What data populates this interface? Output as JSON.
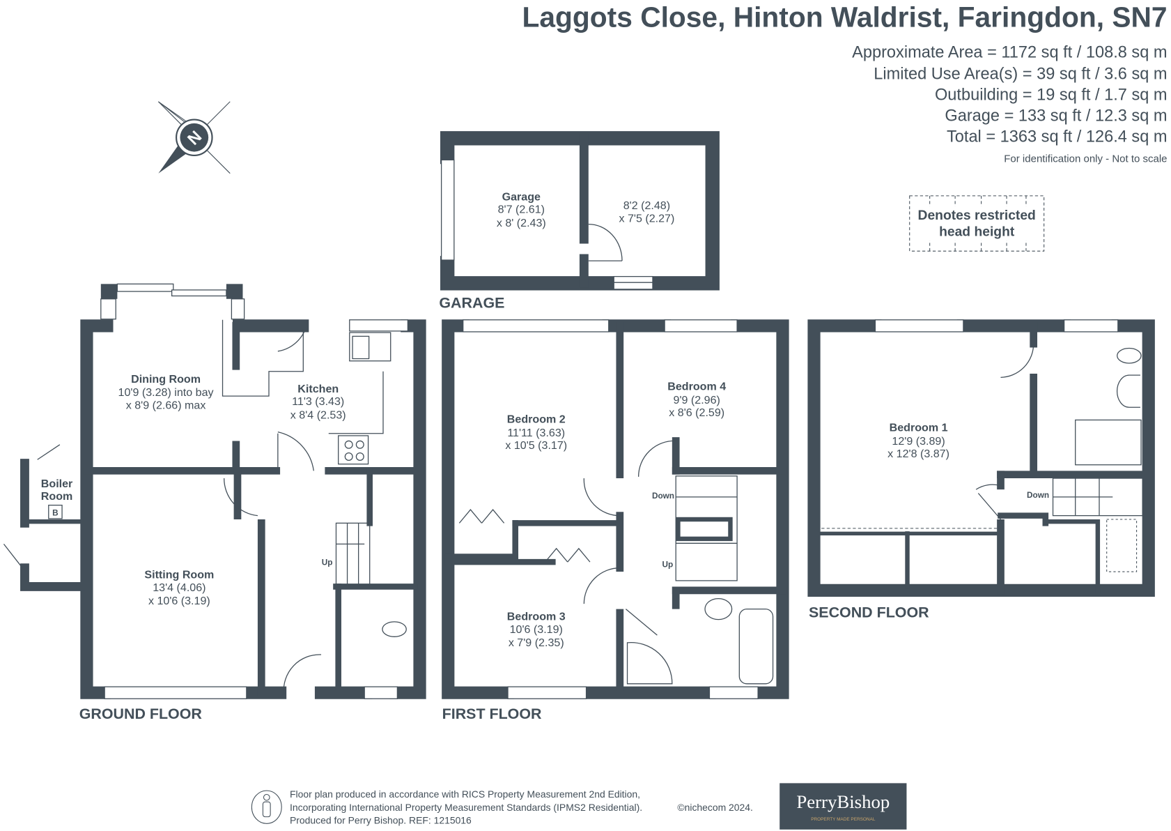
{
  "header": {
    "title": "Laggots Close, Hinton Waldrist, Faringdon, SN7",
    "areas": [
      "Approximate Area = 1172 sq ft / 108.8 sq m",
      "Limited Use Area(s) = 39 sq ft / 3.6 sq m",
      "Outbuilding = 19 sq ft / 1.7 sq m",
      "Garage = 133 sq ft / 12.3 sq m",
      "Total = 1363 sq ft / 126.4 sq m"
    ],
    "disclaimer": "For identification only - Not to scale"
  },
  "compass": {
    "letter": "N"
  },
  "legend": {
    "line1": "Denotes restricted",
    "line2": "head height"
  },
  "garage": {
    "label": "GARAGE",
    "rooms": [
      {
        "name": "Garage",
        "dim1": "8'7 (2.61)",
        "dim2": "x 8' (2.43)"
      },
      {
        "name": "",
        "dim1": "8'2 (2.48)",
        "dim2": "x 7'5 (2.27)"
      }
    ]
  },
  "ground_floor": {
    "label": "GROUND FLOOR",
    "dining": {
      "name": "Dining Room",
      "dim1": "10'9 (3.28) into bay",
      "dim2": "x 8'9 (2.66) max"
    },
    "kitchen": {
      "name": "Kitchen",
      "dim1": "11'3 (3.43)",
      "dim2": "x 8'4 (2.53)"
    },
    "sitting": {
      "name": "Sitting Room",
      "dim1": "13'4 (4.06)",
      "dim2": "x 10'6 (3.19)"
    },
    "boiler": {
      "name1": "Boiler",
      "name2": "Room",
      "symbol": "B"
    },
    "stairs": "Up"
  },
  "first_floor": {
    "label": "FIRST FLOOR",
    "bedroom2": {
      "name": "Bedroom 2",
      "dim1": "11'11 (3.63)",
      "dim2": "x 10'5 (3.17)"
    },
    "bedroom4": {
      "name": "Bedroom 4",
      "dim1": "9'9 (2.96)",
      "dim2": "x 8'6 (2.59)"
    },
    "bedroom3": {
      "name": "Bedroom 3",
      "dim1": "10'6 (3.19)",
      "dim2": "x 7'9 (2.35)"
    },
    "stairs_down": "Down",
    "stairs_up": "Up"
  },
  "second_floor": {
    "label": "SECOND FLOOR",
    "bedroom1": {
      "name": "Bedroom 1",
      "dim1": "12'9 (3.89)",
      "dim2": "x 12'8 (3.87)"
    },
    "stairs_down": "Down"
  },
  "footer": {
    "line1": "Floor plan produced in accordance with RICS Property Measurement 2nd Edition,",
    "line2": "Incorporating International Property Measurement Standards (IPMS2 Residential).",
    "copyright": "©nichecom 2024.",
    "line3": "Produced for Perry Bishop.   REF: 1215016",
    "brand": "PerryBishop",
    "tagline": "PROPERTY MADE PERSONAL",
    "brand_color": "#434f59"
  }
}
